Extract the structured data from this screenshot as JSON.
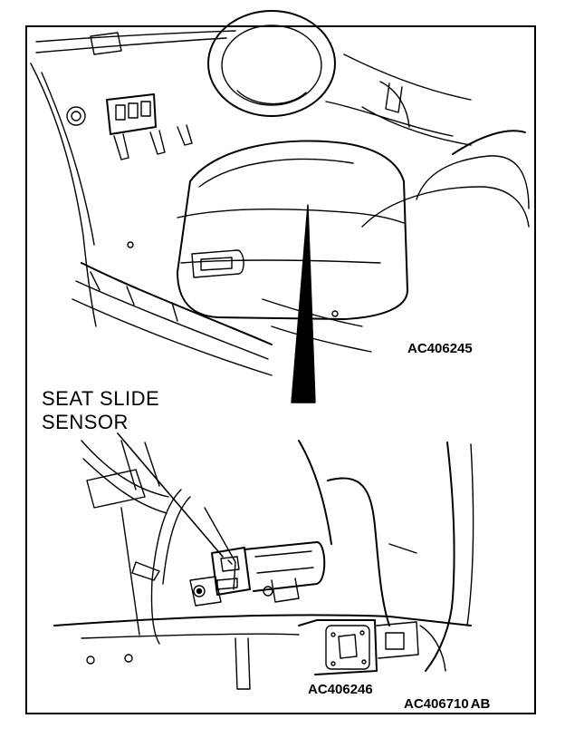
{
  "figure": {
    "callout": {
      "line1": "SEAT SLIDE",
      "line2": "SENSOR"
    },
    "top_view_code": "AC406245",
    "bottom_view_code": "AC406246",
    "figure_code": "AC406710",
    "figure_suffix": "AB"
  },
  "colors": {
    "ink": "#000000",
    "paper": "#ffffff"
  }
}
